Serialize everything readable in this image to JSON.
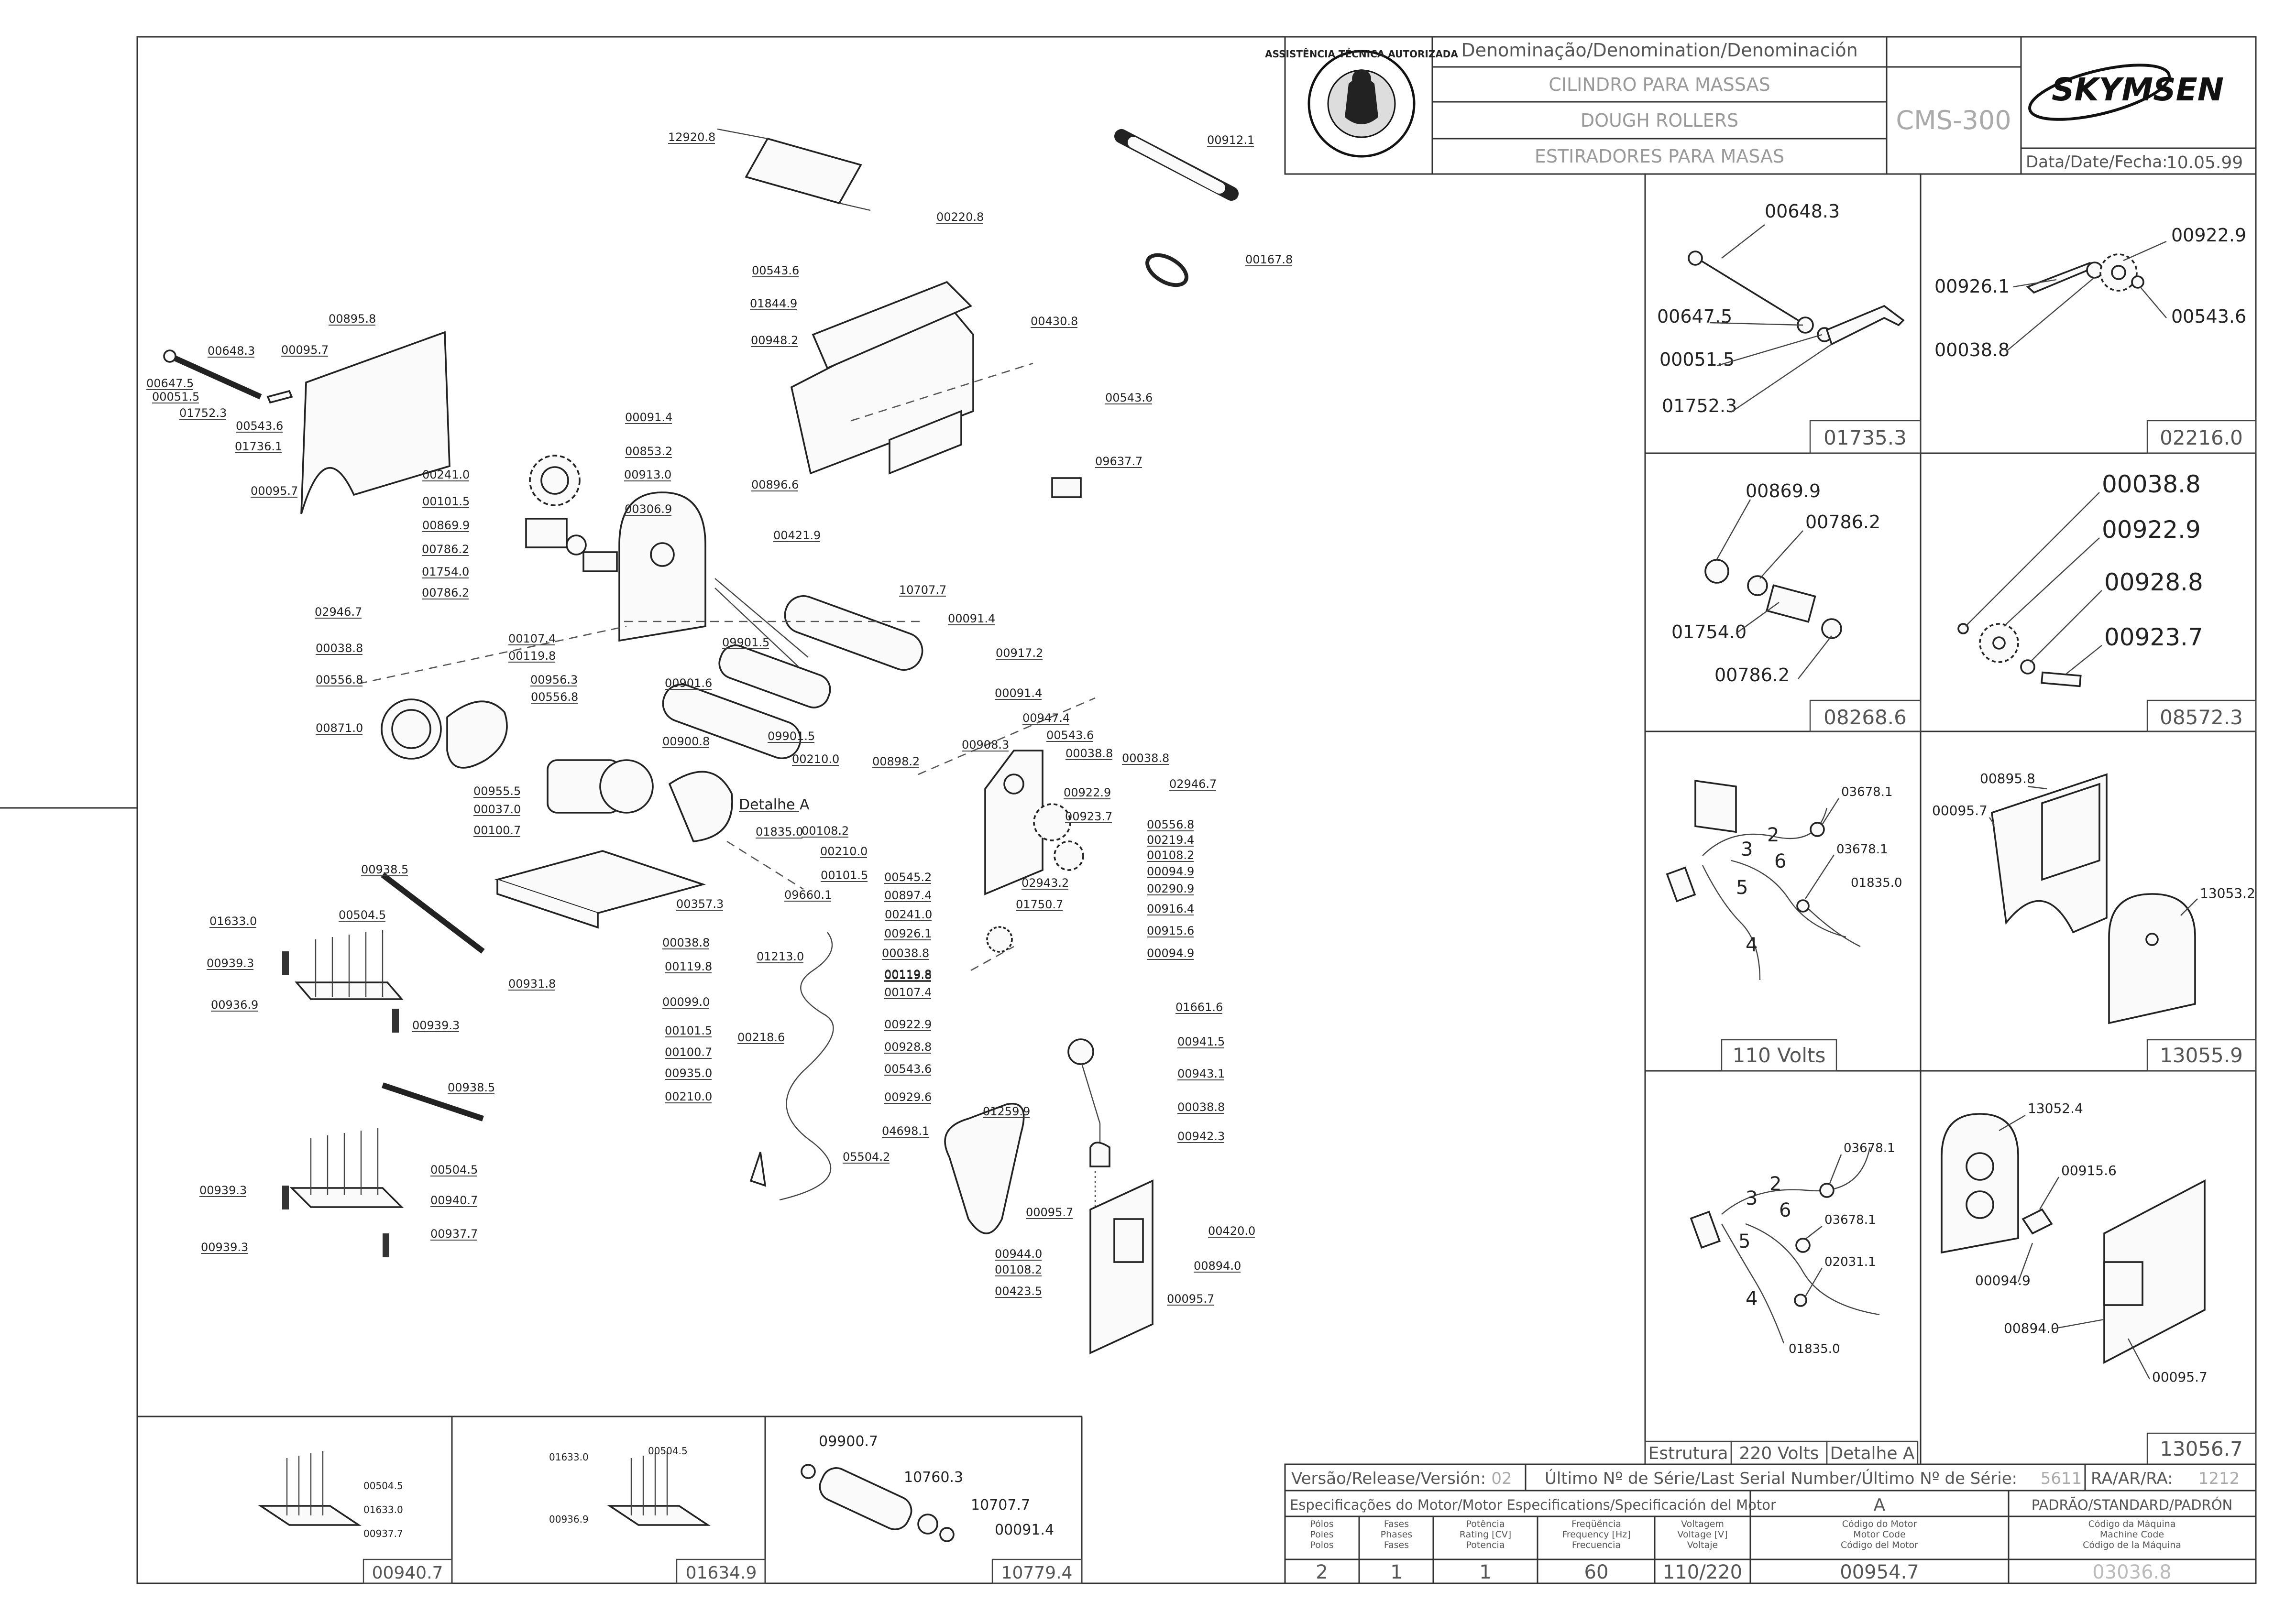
{
  "title_block": {
    "denomination_header": "Denominação/Denomination/Denominación",
    "name_pt": "CILINDRO PARA MASSAS",
    "name_en": "DOUGH ROLLERS",
    "name_es": "ESTIRADORES PARA MASAS",
    "model": "CMS-300",
    "brand": "SKYMSEN",
    "date_label": "Data/Date/Fecha:",
    "date": "10.05.99",
    "seal_text": "ASSISTÊNCIA TÉCNICA AUTORIZADA"
  },
  "main_callouts": [
    {
      "text": "12920.8"
    },
    {
      "text": "00220.8"
    },
    {
      "text": "00912.1"
    },
    {
      "text": "00167.8"
    },
    {
      "text": "00543.6"
    },
    {
      "text": "01844.9"
    },
    {
      "text": "00948.2"
    },
    {
      "text": "00430.8"
    },
    {
      "text": "00543.6"
    },
    {
      "text": "09637.7"
    },
    {
      "text": "00648.3"
    },
    {
      "text": "00095.7"
    },
    {
      "text": "00895.8"
    },
    {
      "text": "00647.5"
    },
    {
      "text": "00051.5"
    },
    {
      "text": "01752.3"
    },
    {
      "text": "00543.6"
    },
    {
      "text": "01736.1"
    },
    {
      "text": "00095.7"
    },
    {
      "text": "00091.4"
    },
    {
      "text": "00853.2"
    },
    {
      "text": "00913.0"
    },
    {
      "text": "00306.9"
    },
    {
      "text": "00241.0"
    },
    {
      "text": "00101.5"
    },
    {
      "text": "00869.9"
    },
    {
      "text": "00786.2"
    },
    {
      "text": "01754.0"
    },
    {
      "text": "00786.2"
    },
    {
      "text": "00896.6"
    },
    {
      "text": "00421.9"
    },
    {
      "text": "02946.7"
    },
    {
      "text": "00107.4"
    },
    {
      "text": "00119.8"
    },
    {
      "text": "00038.8"
    },
    {
      "text": "10707.7"
    },
    {
      "text": "00091.4"
    },
    {
      "text": "09901.5"
    },
    {
      "text": "00917.2"
    },
    {
      "text": "00956.3"
    },
    {
      "text": "00556.8"
    },
    {
      "text": "00556.8"
    },
    {
      "text": "00901.6"
    },
    {
      "text": "00091.4"
    },
    {
      "text": "00871.0"
    },
    {
      "text": "00900.8"
    },
    {
      "text": "09901.5"
    },
    {
      "text": "00947.4"
    },
    {
      "text": "00543.6"
    },
    {
      "text": "00210.0"
    },
    {
      "text": "00898.2"
    },
    {
      "text": "00908.3"
    },
    {
      "text": "00038.8"
    },
    {
      "text": "00038.8"
    },
    {
      "text": "00955.5"
    },
    {
      "text": "00037.0"
    },
    {
      "text": "00100.7"
    },
    {
      "text": "Detalhe A"
    },
    {
      "text": "00922.9"
    },
    {
      "text": "02946.7"
    },
    {
      "text": "01835.0"
    },
    {
      "text": "00108.2"
    },
    {
      "text": "00923.7"
    },
    {
      "text": "00210.0"
    },
    {
      "text": "00556.8"
    },
    {
      "text": "00219.4"
    },
    {
      "text": "00101.5"
    },
    {
      "text": "00545.2"
    },
    {
      "text": "00108.2"
    },
    {
      "text": "00094.9"
    },
    {
      "text": "00938.5"
    },
    {
      "text": "00897.4"
    },
    {
      "text": "02943.2"
    },
    {
      "text": "00290.9"
    },
    {
      "text": "09660.1"
    },
    {
      "text": "00357.3"
    },
    {
      "text": "00241.0"
    },
    {
      "text": "01750.7"
    },
    {
      "text": "00916.4"
    },
    {
      "text": "01633.0"
    },
    {
      "text": "00504.5"
    },
    {
      "text": "00926.1"
    },
    {
      "text": "00915.6"
    },
    {
      "text": "00038.8"
    },
    {
      "text": "00094.9"
    },
    {
      "text": "01213.0"
    },
    {
      "text": "00119.8"
    },
    {
      "text": "00119.8"
    },
    {
      "text": "00939.3"
    },
    {
      "text": "00107.4"
    },
    {
      "text": "00119.8"
    },
    {
      "text": "00936.9"
    },
    {
      "text": "00931.8"
    },
    {
      "text": "00099.0"
    },
    {
      "text": "00038.8"
    },
    {
      "text": "00939.3"
    },
    {
      "text": "01661.6"
    },
    {
      "text": "00218.6"
    },
    {
      "text": "00101.5"
    },
    {
      "text": "00922.9"
    },
    {
      "text": "00941.5"
    },
    {
      "text": "00100.7"
    },
    {
      "text": "00928.8"
    },
    {
      "text": "00943.1"
    },
    {
      "text": "00935.0"
    },
    {
      "text": "00543.6"
    },
    {
      "text": "00938.5"
    },
    {
      "text": "00210.0"
    },
    {
      "text": "00929.6"
    },
    {
      "text": "00038.8"
    },
    {
      "text": "04698.1"
    },
    {
      "text": "01259.9"
    },
    {
      "text": "00942.3"
    },
    {
      "text": "05504.2"
    },
    {
      "text": "00504.5"
    },
    {
      "text": "00939.3"
    },
    {
      "text": "00940.7"
    },
    {
      "text": "00095.7"
    },
    {
      "text": "00420.0"
    },
    {
      "text": "00937.7"
    },
    {
      "text": "00939.3"
    },
    {
      "text": "00944.0"
    },
    {
      "text": "00894.0"
    },
    {
      "text": "00108.2"
    },
    {
      "text": "00423.5"
    },
    {
      "text": "00095.7"
    }
  ],
  "detail_panels": [
    {
      "code": "01735.3",
      "labels": [
        "00648.3",
        "00647.5",
        "00051.5",
        "01752.3"
      ]
    },
    {
      "code": "02216.0",
      "labels": [
        "00922.9",
        "00926.1",
        "00543.6",
        "00038.8"
      ]
    },
    {
      "code": "08268.6",
      "labels": [
        "00869.9",
        "00786.2",
        "01754.0",
        "00786.2"
      ]
    },
    {
      "code": "08572.3",
      "labels": [
        "00038.8",
        "00922.9",
        "00928.8",
        "00923.7"
      ]
    },
    {
      "code": "110 Volts",
      "labels": [
        "03678.1",
        "03678.1",
        "01835.0",
        "2",
        "3",
        "6",
        "5",
        "4"
      ]
    },
    {
      "code": "13055.9",
      "labels": [
        "00895.8",
        "00095.7",
        "13053.2"
      ]
    },
    {
      "code": "220 Volts",
      "labels": [
        "03678.1",
        "03678.1",
        "02031.1",
        "01835.0",
        "2",
        "3",
        "6",
        "5",
        "4"
      ]
    },
    {
      "code": "13056.7",
      "labels": [
        "13052.4",
        "00915.6",
        "00094.9",
        "00894.0",
        "00095.7"
      ]
    }
  ],
  "bottom_panels": [
    {
      "code": "00940.7",
      "labels": [
        "00504.5",
        "01633.0",
        "00937.7"
      ]
    },
    {
      "code": "01634.9",
      "labels": [
        "01633.0",
        "00504.5",
        "00936.9"
      ]
    },
    {
      "code": "10779.4",
      "labels": [
        "09900.7",
        "10760.3",
        "10707.7",
        "00091.4"
      ]
    }
  ],
  "structure_row": {
    "estrutura": "Estrutura",
    "volts": "220 Volts",
    "detalhe": "Detalhe A"
  },
  "release_row": {
    "version_label": "Versão/Release/Versión:",
    "version": "02",
    "serial_label": "Último Nº de Série/Last Serial Number/Último Nº de Série:",
    "serial": "5611",
    "ra_label": "RA/AR/RA:",
    "ra": "1212"
  },
  "motor_specs": {
    "header": "Especificações do Motor/Motor Especifications/Specificación del Motor",
    "letter": "A",
    "standard": "PADRÃO/STANDARD/PADRÓN",
    "columns": [
      {
        "label": "Pólos\nPoles\nPolos",
        "value": "2"
      },
      {
        "label": "Fases\nPhases\nFases",
        "value": "1"
      },
      {
        "label": "Potência\nRating [CV]\nPotencia",
        "value": "1"
      },
      {
        "label": "Freqüência\nFrequency [Hz]\nFrecuencia",
        "value": "60"
      },
      {
        "label": "Voltagem\nVoltage [V]\nVoltaje",
        "value": "110/220"
      },
      {
        "label": "Código do Motor\nMotor Code\nCódigo del Motor",
        "value": "00954.7"
      },
      {
        "label": "Código da Máquina\nMachine Code\nCódigo de la Máquina",
        "value": "03036.8"
      }
    ]
  }
}
